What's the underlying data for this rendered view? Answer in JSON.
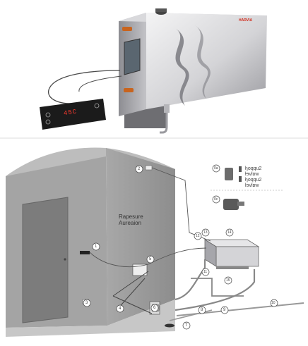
{
  "product": {
    "brand": "HARVIA",
    "display_value": "45C"
  },
  "room": {
    "label_line1": "Rapesure",
    "label_line2": "Aureaion"
  },
  "legend": {
    "option_a_id": "0a",
    "option_a_line1": "ƚɿoqqu2",
    "option_a_line2": "ƚɘvlɒw",
    "option_b_line1": "ƚɿoqqu2",
    "option_b_line2": "ƚɘvlɒw",
    "option_c_id": "0c"
  },
  "callouts": [
    {
      "id": "c1",
      "text": "1"
    },
    {
      "id": "c2",
      "text": "2"
    },
    {
      "id": "c3",
      "text": "3"
    },
    {
      "id": "c4",
      "text": "4"
    },
    {
      "id": "c5",
      "text": "5"
    },
    {
      "id": "c6",
      "text": "6"
    },
    {
      "id": "c7",
      "text": "7"
    },
    {
      "id": "c8",
      "text": "8"
    },
    {
      "id": "c9",
      "text": "9"
    },
    {
      "id": "c10",
      "text": "10"
    },
    {
      "id": "c11",
      "text": "11"
    },
    {
      "id": "c12",
      "text": "12"
    },
    {
      "id": "c13",
      "text": "13"
    },
    {
      "id": "c14",
      "text": "14"
    },
    {
      "id": "c15",
      "text": "15"
    }
  ],
  "colors": {
    "steel_light": "#e4e4e6",
    "steel_mid": "#b9b9bd",
    "steel_dark": "#7d7d82",
    "copper": "#c8641e",
    "panel_black": "#1b1b1b",
    "display_red": "#ff3b2f",
    "room_wall": "#9b9b9b",
    "room_wall_light": "#c9c9c9"
  }
}
